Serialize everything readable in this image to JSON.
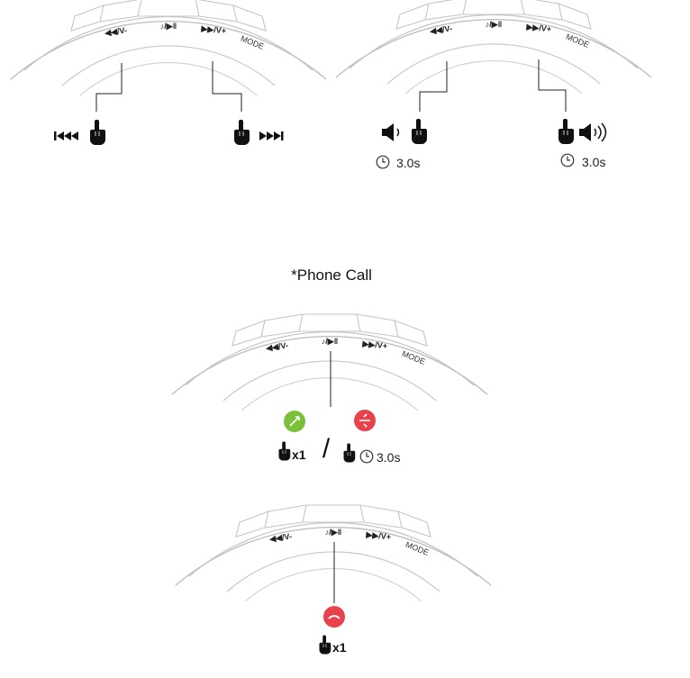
{
  "buttons": {
    "prev": "◀◀/V-",
    "play": "♪/▶‖",
    "next": "▶▶/V+",
    "mode": "MODE"
  },
  "section_heading": "*Phone Call",
  "volume_hold_time": "3.0s",
  "reject_hold_time": "3.0s",
  "answer_press_count": "x1",
  "hangup_press_count": "x1",
  "separator": "/",
  "colors": {
    "answer": "#7cbf3a",
    "reject": "#e8424a",
    "hangup": "#e8424a",
    "line": "#222222",
    "arc": "#bbbbbb"
  }
}
